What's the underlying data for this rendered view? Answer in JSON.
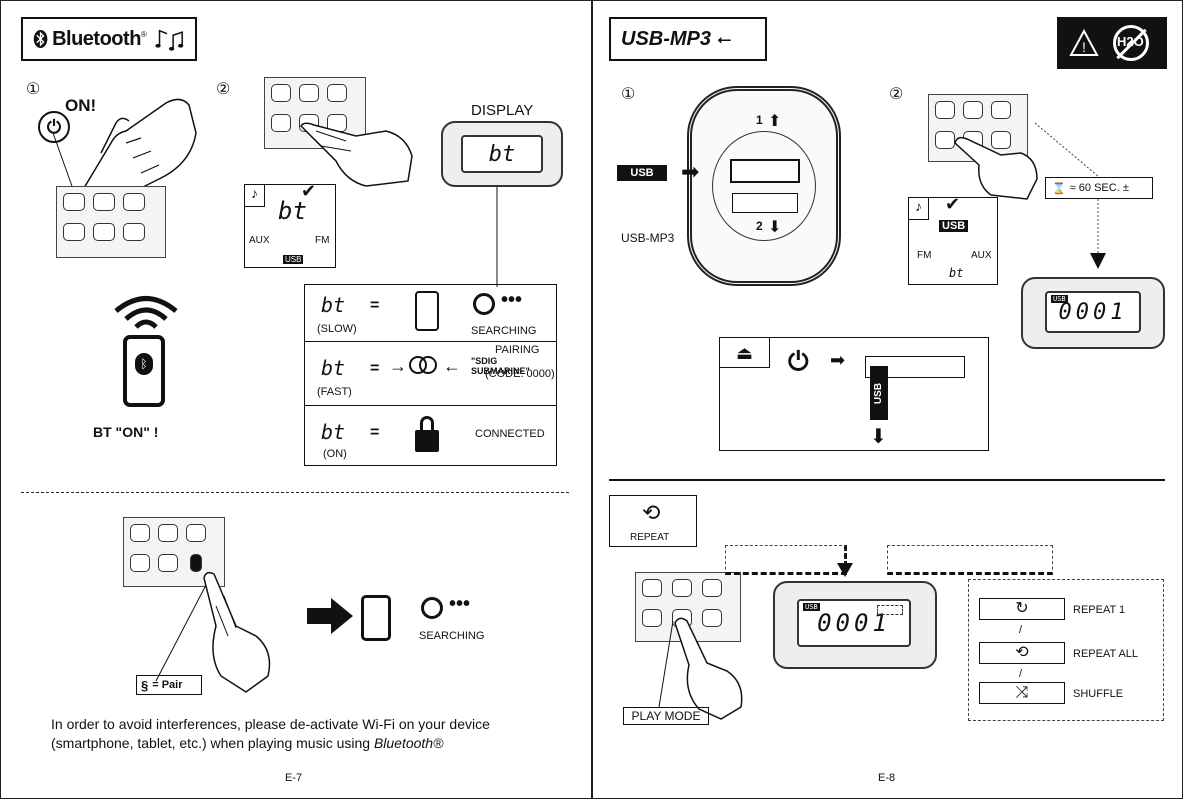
{
  "left": {
    "header_brand": "Bluetooth",
    "step1_label": "①",
    "step2_label": "②",
    "on_label": "ON!",
    "display_title": "DISPLAY",
    "display_text": "bt",
    "mode_dial_text": "bt",
    "mode_aux": "AUX",
    "mode_fm": "FM",
    "mode_usb": "USB",
    "bt_on_label": "BT \"ON\" !",
    "status_rows": [
      {
        "symbol": "bt",
        "sub": "(SLOW)",
        "eq": "=",
        "desc": "SEARCHING"
      },
      {
        "symbol": "bt",
        "sub": "(FAST)",
        "eq": "=",
        "desc_line1": "PAIRING",
        "desc_line2": "\"SDIG SUBMARINE\"",
        "desc_line3": "(CODE: 0000)"
      },
      {
        "symbol": "bt",
        "sub": "(ON)",
        "eq": "=",
        "desc": "CONNECTED"
      }
    ],
    "pair_label": "= Pair",
    "searching_label": "SEARCHING",
    "notice_line1": "In order to avoid interferences, please de-activate Wi-Fi on your device",
    "notice_line2_prefix": "(smartphone, tablet, etc.) when playing music using ",
    "notice_line2_italic": "Bluetooth®",
    "page_number": "E-7"
  },
  "right": {
    "header_title": "USB-MP3",
    "h2o_label": "H2O",
    "step1_label": "①",
    "step2_label": "②",
    "usb_stick_label": "USB",
    "usb_mp3_label": "USB-MP3",
    "arrow_1": "1",
    "arrow_2": "2",
    "mode_usb": "USB",
    "mode_fm": "FM",
    "mode_aux": "AUX",
    "mode_bt": "bt",
    "timer_label": "≈  60 SEC. ±",
    "display_usb_tag": "USB",
    "display_value": "0001",
    "eject_stick_label": "USB",
    "repeat_label": "REPEAT",
    "play_mode_label": "PLAY MODE",
    "repeat_options": [
      {
        "icon": "repeat-one-icon",
        "label": "REPEAT 1"
      },
      {
        "icon": "repeat-all-icon",
        "label": "REPEAT ALL"
      },
      {
        "icon": "shuffle-icon",
        "label": "SHUFFLE"
      }
    ],
    "separator": "/",
    "page_number": "E-8"
  }
}
